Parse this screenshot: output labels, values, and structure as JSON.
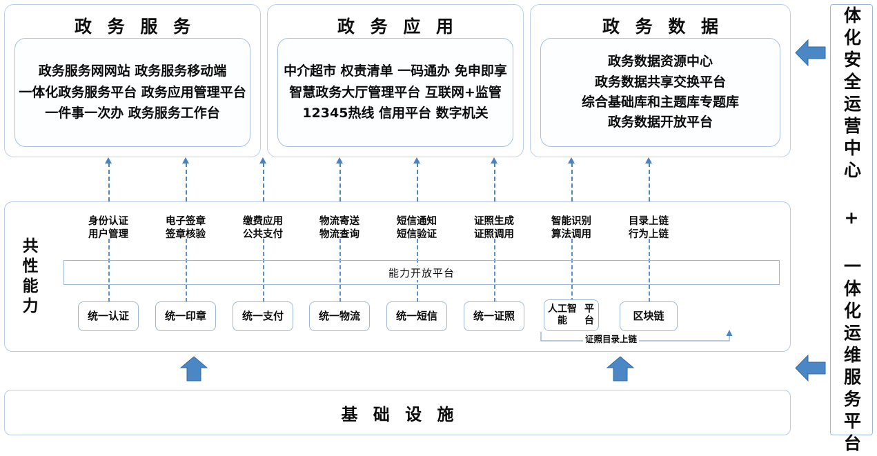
{
  "colors": {
    "arrow_fill": "#4a87c4",
    "arrow_stroke": "#2f6ba5",
    "panel_border": "#9db7da",
    "dashed_line": "#4b82bd",
    "text": "#0b0b0b"
  },
  "top_layer": {
    "groups": [
      {
        "title": "政 务 服 务",
        "items": [
          "政务服务网网站 政务服务移动端",
          "一体化政务服务平台 政务应用管理平台",
          "一件事一次办 政务服务工作台"
        ]
      },
      {
        "title": "政 务 应 用",
        "items": [
          "中介超市 权责清单 一码通办 免申即享",
          "智慧政务大厅管理平台 互联网+监管",
          "12345热线 信用平台 数字机关"
        ]
      },
      {
        "title": "政 务 数 据",
        "items": [
          "政务数据资源中心",
          "政务数据共享交换平台",
          "综合基础库和主题库专题库",
          "政务数据开放平台"
        ]
      }
    ]
  },
  "capability_layer": {
    "side_label": "共性能力",
    "ability_bar_label": "能力开放平台",
    "chain_connector_label": "证照目录上链",
    "columns": [
      {
        "label_line1": "身份认证",
        "label_line2": "用户管理",
        "box": "统一认证"
      },
      {
        "label_line1": "电子签章",
        "label_line2": "签章核验",
        "box": "统一印章"
      },
      {
        "label_line1": "缴费应用",
        "label_line2": "公共支付",
        "box": "统一支付"
      },
      {
        "label_line1": "物流寄送",
        "label_line2": "物流查询",
        "box": "统一物流"
      },
      {
        "label_line1": "短信通知",
        "label_line2": "短信验证",
        "box": "统一短信"
      },
      {
        "label_line1": "证照生成",
        "label_line2": "证照调用",
        "box": "统一证照"
      },
      {
        "label_line1": "智能识别",
        "label_line2": "算法调用",
        "box": "人工智能\n平台"
      },
      {
        "label_line1": "目录上链",
        "label_line2": "行为上链",
        "box": "区块链"
      }
    ]
  },
  "infrastructure": {
    "label": "基 础 设 施"
  },
  "right_panel": {
    "label": "一体化安全运营中心 + 一体化运维服务平台"
  }
}
